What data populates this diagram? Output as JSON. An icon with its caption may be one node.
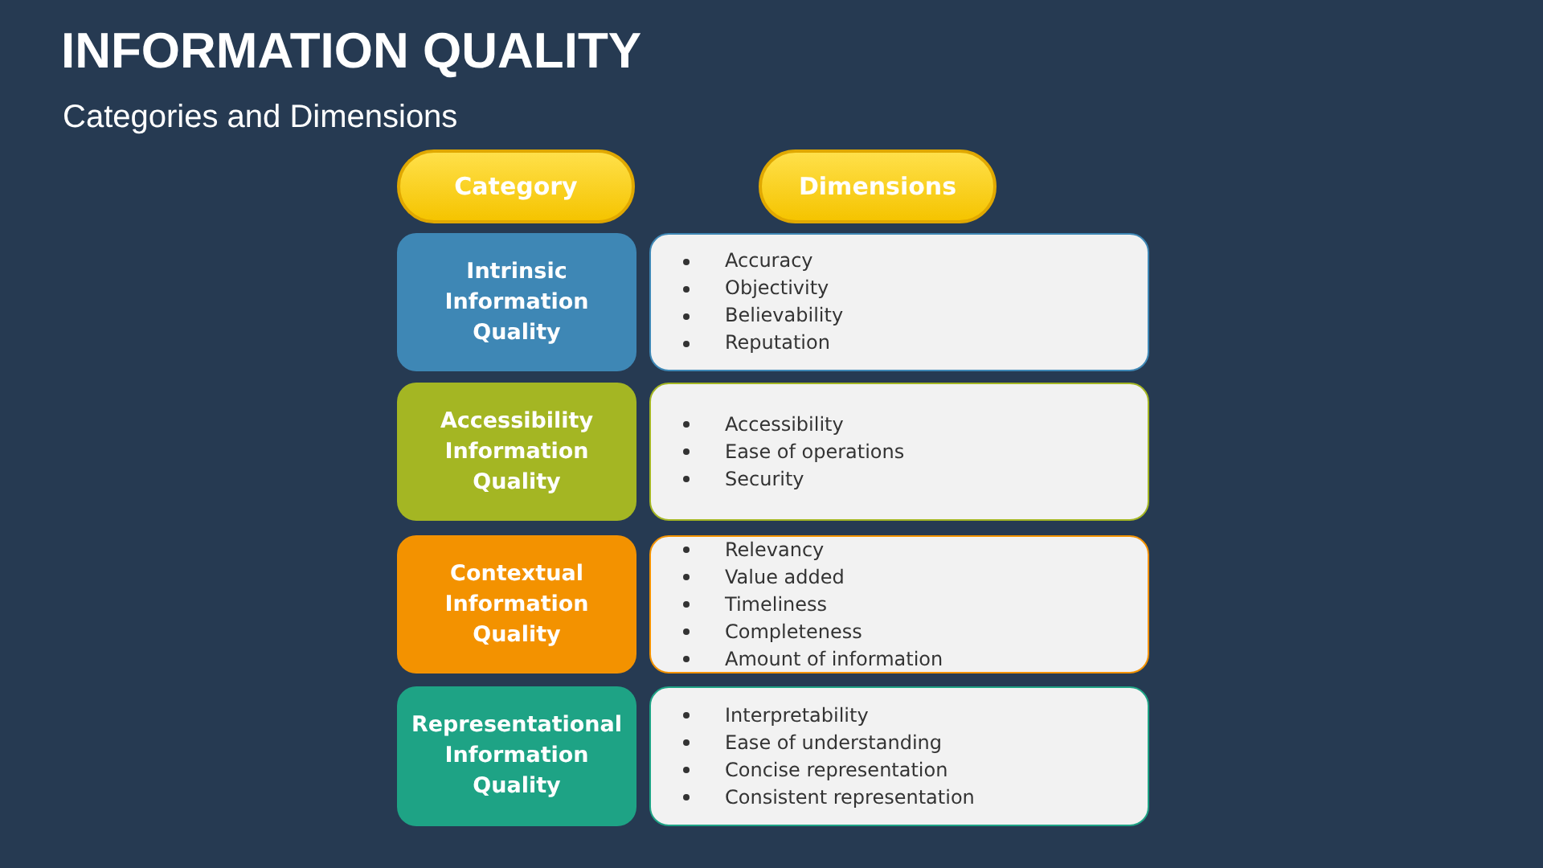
{
  "diagram": {
    "title": "INFORMATION QUALITY",
    "nodes": [
      {
        "text": [
          "Category"
        ]
      },
      {
        "text": [
          "Dimensions"
        ]
      },
      {
        "text": [
          "Intrinsic Information Quality"
        ]
      },
      {
        "text": [
          "Accuracy",
          "Objectivity",
          "Believability",
          "Reputation"
        ]
      },
      {
        "text": [
          "Accessibility Information Quality"
        ]
      },
      {
        "text": [
          "Accessibility",
          "Ease of operations",
          "Security"
        ]
      },
      {
        "text": [
          "Contextual Information Quality"
        ]
      },
      {
        "text": [
          "Relevancy",
          "Value added",
          "Timeliness",
          "Completeness",
          "Amount of information"
        ]
      },
      {
        "text": [
          "Representational Information Quality"
        ]
      },
      {
        "text": [
          "Interpretability",
          "Ease of understanding",
          "Concise representation",
          "Consistent representation"
        ]
      }
    ],
    "labels": [
      "Categories and Dimensions"
    ]
  }
}
